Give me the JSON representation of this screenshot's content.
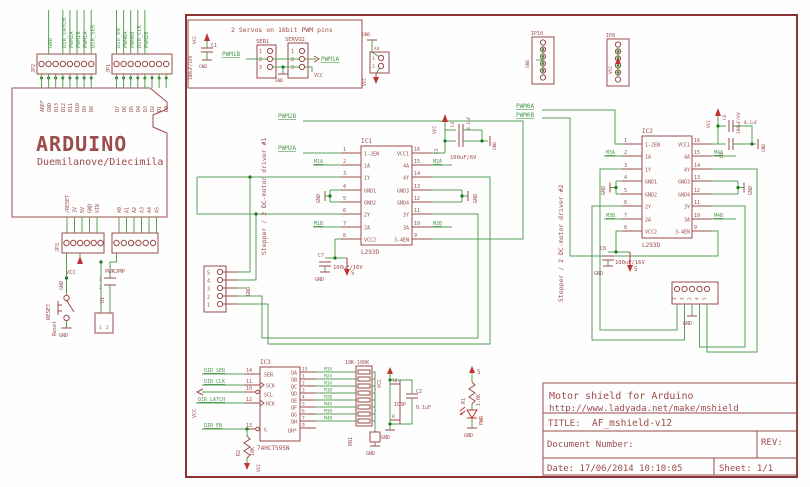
{
  "common": {
    "gnd": "GND",
    "vcc": "VCC",
    "plus5": "5"
  },
  "nums": {
    "n1": "1",
    "n2": "2",
    "n3": "3",
    "n4": "4",
    "n5": "5",
    "n6": "6"
  },
  "arduino": {
    "title": "ARDUINO",
    "subtitle": "Duemilanove/Diecimila",
    "jp2": "JP2",
    "jp1": "JP1",
    "jp3": "JP3",
    "top_pins": [
      "AREF",
      "GND",
      "D13",
      "D12",
      "D11",
      "D10",
      "D9",
      "D8",
      "D7",
      "D6",
      "D5",
      "D4",
      "D3",
      "D2",
      "D1",
      "D0"
    ],
    "top_nets": [
      "GND",
      "DIR_LATCH",
      "PWM2A",
      "PWM1B",
      "PWM1A",
      "DIR_SER",
      "DIR_EN",
      "PWM0A",
      "PWM0B",
      "DIR_CLK",
      "PWM2B"
    ],
    "power_pins": [
      "/RESET",
      "3V",
      "5V",
      "GND",
      "VIN"
    ],
    "analog_pins": [
      "A0",
      "A1",
      "A2",
      "A3",
      "A4",
      "A5"
    ],
    "pwrjmp": "PWRJMP",
    "reset": "RESET",
    "reset_small": "Reset",
    "u1": "U1"
  },
  "servo": {
    "title": "2 Servos on 16bit PWM pins",
    "ser1": "SER1",
    "servo2": "SERVO2",
    "pwm1b": "PWM1B",
    "pwm1a": "PWM1A",
    "c1": "C1",
    "c1_val": "100uF/16V"
  },
  "x4": {
    "ref": "X4"
  },
  "headers": {
    "ip10": "IP10",
    "ip8": "IP8"
  },
  "ic1": {
    "ref": "IC1",
    "part": "L293D",
    "banner": "Stepper / 2 DC-motor driver #1",
    "left": [
      {
        "n": "1",
        "name": "1-2EN"
      },
      {
        "n": "2",
        "name": "1A"
      },
      {
        "n": "3",
        "name": "1Y"
      },
      {
        "n": "4",
        "name": "GND1"
      },
      {
        "n": "5",
        "name": "GND2"
      },
      {
        "n": "6",
        "name": "2Y"
      },
      {
        "n": "7",
        "name": "2A"
      },
      {
        "n": "8",
        "name": "VCC2"
      }
    ],
    "right": [
      {
        "n": "16",
        "name": "VCC1"
      },
      {
        "n": "15",
        "name": "4A"
      },
      {
        "n": "14",
        "name": "4Y"
      },
      {
        "n": "13",
        "name": "GND3"
      },
      {
        "n": "12",
        "name": "GND4"
      },
      {
        "n": "11",
        "name": "3Y"
      },
      {
        "n": "10",
        "name": "3A"
      },
      {
        "n": "9",
        "name": "3-4EN"
      }
    ],
    "pwm2b": "PWM2B",
    "pwm2a": "PWM2A",
    "m1a": "M1A",
    "m1b": "M1B",
    "m2a": "M2A",
    "m2b": "M2B",
    "c4": "C4",
    "c4_val": "0.1uF",
    "c3": "C3",
    "c3_val": "100uF/6V",
    "c7": "C7",
    "c7_val": "100uF/16V"
  },
  "ic2": {
    "ref": "IC2",
    "part": "L293D",
    "banner": "Stepper / 2 DC-motor driver #2",
    "left": [
      {
        "n": "1",
        "name": "1-2EN"
      },
      {
        "n": "2",
        "name": "1A"
      },
      {
        "n": "3",
        "name": "1Y"
      },
      {
        "n": "4",
        "name": "GND1"
      },
      {
        "n": "5",
        "name": "GND2"
      },
      {
        "n": "6",
        "name": "2Y"
      },
      {
        "n": "7",
        "name": "2A"
      },
      {
        "n": "8",
        "name": "VCC2"
      }
    ],
    "right": [
      {
        "n": "16",
        "name": "VCC1"
      },
      {
        "n": "15",
        "name": "4A"
      },
      {
        "n": "14",
        "name": "4Y"
      },
      {
        "n": "13",
        "name": "GND3"
      },
      {
        "n": "12",
        "name": "GND4"
      },
      {
        "n": "11",
        "name": "3Y"
      },
      {
        "n": "10",
        "name": "3A"
      },
      {
        "n": "9",
        "name": "3-4EN"
      }
    ],
    "pwm0a": "PWM0A",
    "pwm0b": "PWM0B",
    "m3a": "M3A",
    "m3b": "M3B",
    "m4a": "M4A",
    "m4b": "M4B",
    "c6": "C6",
    "c6_val": "0.1uF",
    "c5": "C5",
    "c5_val": "100uF/6V",
    "c8": "C8",
    "c8_val": "100uF/16V"
  },
  "conn1": {
    "pins": [
      "5",
      "4",
      "3",
      "2",
      "1"
    ]
  },
  "conn2": {
    "pins": [
      "1",
      "2",
      "3",
      "4",
      "5"
    ]
  },
  "ic3": {
    "ref": "IC3",
    "part": "74HCT595N",
    "left": [
      {
        "n": "14",
        "name": "SER"
      },
      {
        "n": "11",
        "name": "SCK"
      },
      {
        "n": "10",
        "name": "SCL"
      },
      {
        "n": "12",
        "name": "RCK"
      },
      {
        "n": "13",
        "name": "G"
      }
    ],
    "right": [
      {
        "n": "15",
        "name": "QA"
      },
      {
        "n": "1",
        "name": "QB"
      },
      {
        "n": "2",
        "name": "QC"
      },
      {
        "n": "3",
        "name": "QD"
      },
      {
        "n": "4",
        "name": "QE"
      },
      {
        "n": "5",
        "name": "QF"
      },
      {
        "n": "6",
        "name": "QG"
      },
      {
        "n": "7",
        "name": "QH"
      }
    ],
    "qh2": {
      "n": "9",
      "name": "QH*"
    },
    "nets_in": [
      "DIR_SER",
      "DIR_CLK",
      "DIR_LATCH",
      "DIR_EN"
    ],
    "nets_out": [
      "M3A",
      "M2A",
      "M1A",
      "M1B",
      "M2B",
      "M4A",
      "M3B",
      "M4B"
    ],
    "r2": "R2",
    "r2_val": "10K",
    "rn1": "RN1",
    "rn1_val": "10K-100K"
  },
  "ic3p": {
    "ref": "IC3P",
    "pin_top": "16",
    "pin_bot": "8",
    "c2": "C2",
    "c2_val": "0.1uF"
  },
  "led": {
    "r1": "R1",
    "r1_val": "1.0K",
    "label": "PWR"
  },
  "titleblock": {
    "company": "Motor shield for Arduino",
    "url": "http://www.ladyada.net/make/mshield",
    "title_label": "TITLE:",
    "title": "AF_mshield-v12",
    "doc_label": "Document Number:",
    "rev_label": "REV:",
    "date": "Date: 17/06/2014 10:10:05",
    "sheet": "Sheet: 1/1"
  }
}
